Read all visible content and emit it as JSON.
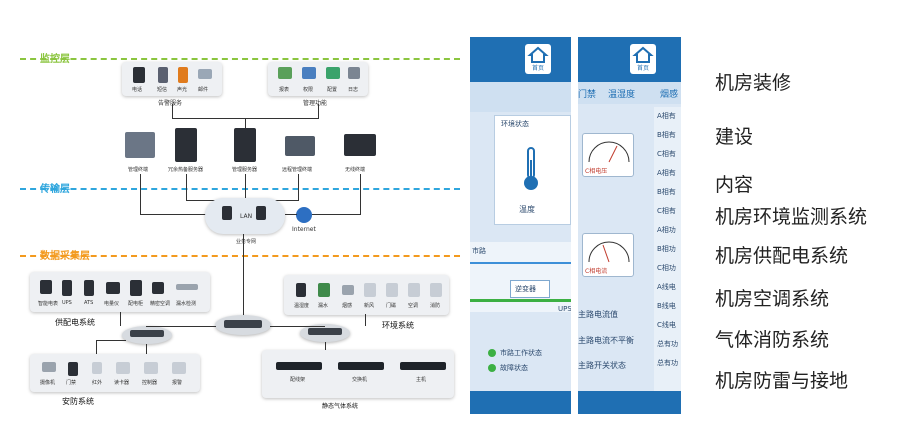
{
  "diagram": {
    "layers": {
      "monitor": "监控层",
      "transport": "传输层",
      "collect": "数据采集层"
    },
    "top_devices": {
      "left_caption": "告警服务",
      "right_caption": "管理功能",
      "left_small": [
        "电话",
        "短信",
        "声光",
        "邮件"
      ],
      "right_small": [
        "报表",
        "权限",
        "配置",
        "日志"
      ]
    },
    "servers": [
      "管理终端",
      "冗余热备服务器",
      "管理服务器",
      "远程管理终端",
      "无线终端"
    ],
    "network": {
      "lan": "LAN",
      "private": "业务专网",
      "internet": "Internet"
    },
    "groups": {
      "power": "供配电系统",
      "env": "环境系统",
      "security": "安防系统",
      "special": "静态气体系统"
    },
    "power_devices": [
      "智能电表",
      "UPS",
      "ATS",
      "电量仪",
      "配电柜",
      "精密空调",
      "漏水检测"
    ],
    "env_devices": [
      "温湿度",
      "漏水",
      "烟感",
      "新风",
      "门磁",
      "空调",
      "消防"
    ],
    "security_devices": [
      "摄像机",
      "门禁",
      "红外",
      "读卡器",
      "控制器",
      "报警"
    ],
    "special_devices": [
      "配线架",
      "交换机",
      "主机"
    ]
  },
  "screen1": {
    "home_label": "首页",
    "temp_card_title": "环境状态",
    "temp_label": "温度",
    "flow_left": "市路",
    "flow_transformer": "逆变器",
    "flow_right": "UPS",
    "status_1": "市路工作状态",
    "status_2": "故障状态"
  },
  "screen2": {
    "home_label": "首页",
    "tabs": [
      "门禁",
      "温湿度",
      "烟感"
    ],
    "gauge1_label": "C相电压",
    "gauge2_label": "C相电流",
    "rows": [
      "主路电流值",
      "主路电流不平衡",
      "主路开关状态"
    ],
    "side_rows": [
      "A相有",
      "B相有",
      "C相有",
      "A相有",
      "B相有",
      "C相有",
      "A相功",
      "B相功",
      "C相功",
      "A线电",
      "B线电",
      "C线电",
      "总有功",
      "总有功"
    ]
  },
  "sidebar": {
    "items": [
      "机房装修",
      "建设",
      "内容",
      "机房环境监测系统",
      "机房供配电系统",
      "机房空调系统",
      "气体消防系统",
      "机房防雷与接地"
    ]
  },
  "colors": {
    "monitor": "#8bc53f",
    "transport": "#2fa6dd",
    "collect": "#f39a1e",
    "panel_blue": "#1f6fb3"
  }
}
